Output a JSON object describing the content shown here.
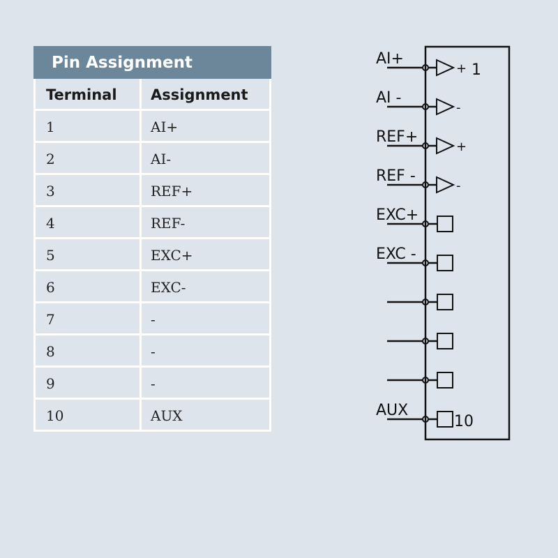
{
  "table": {
    "title": "Pin Assignment",
    "headers": [
      "Terminal",
      "Assignment"
    ],
    "rows": [
      [
        "1",
        "AI+"
      ],
      [
        "2",
        "AI-"
      ],
      [
        "3",
        "REF+"
      ],
      [
        "4",
        "REF-"
      ],
      [
        "5",
        "EXC+"
      ],
      [
        "6",
        "EXC-"
      ],
      [
        "7",
        "-"
      ],
      [
        "8",
        "-"
      ],
      [
        "9",
        "-"
      ],
      [
        "10",
        "AUX"
      ]
    ]
  },
  "diagram": {
    "pins": [
      {
        "label": "AI+",
        "symbol": "input",
        "sign": "+",
        "number": "1"
      },
      {
        "label": "AI -",
        "symbol": "input",
        "sign": "-",
        "number": ""
      },
      {
        "label": "REF+",
        "symbol": "input",
        "sign": "+",
        "number": ""
      },
      {
        "label": "REF -",
        "symbol": "input",
        "sign": "-",
        "number": ""
      },
      {
        "label": "EXC+",
        "symbol": "output",
        "sign": "",
        "number": ""
      },
      {
        "label": "EXC -",
        "symbol": "output",
        "sign": "",
        "number": ""
      },
      {
        "label": "",
        "symbol": "output",
        "sign": "",
        "number": ""
      },
      {
        "label": "",
        "symbol": "output",
        "sign": "",
        "number": ""
      },
      {
        "label": "",
        "symbol": "output",
        "sign": "",
        "number": ""
      },
      {
        "label": "AUX",
        "symbol": "output",
        "sign": "",
        "number": "10"
      }
    ]
  }
}
